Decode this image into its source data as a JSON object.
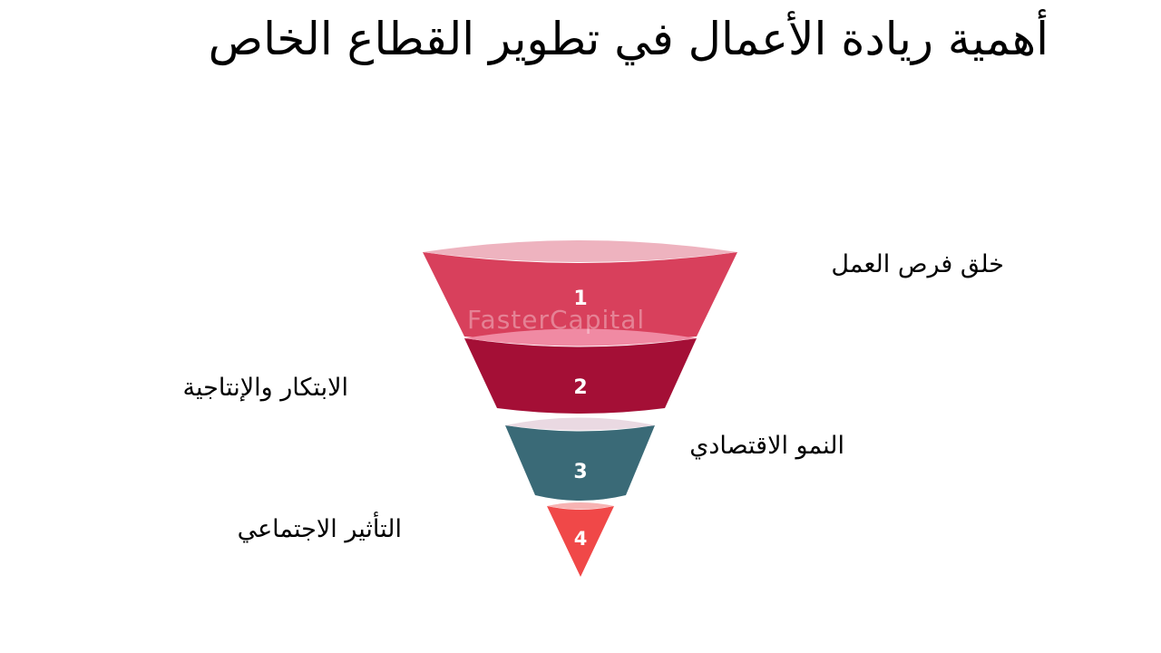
{
  "title": "أهمية ريادة الأعمال في تطوير القطاع الخاص",
  "levels": [
    {
      "number": "1",
      "label": "خلق فرص العمل",
      "color": "#d8405c",
      "rim": "#eeb3bf"
    },
    {
      "number": "2",
      "label": "الابتكار والإنتاجية",
      "color": "#a40f36",
      "rim": "#f08aa3"
    },
    {
      "number": "3",
      "label": "النمو الاقتصادي",
      "color": "#3a6a77",
      "rim": "#ead9e2"
    },
    {
      "number": "4",
      "label": "التأثير الاجتماعي",
      "color": "#f04848",
      "rim": "#f7b3b3"
    }
  ],
  "watermark": "FasterCapital"
}
